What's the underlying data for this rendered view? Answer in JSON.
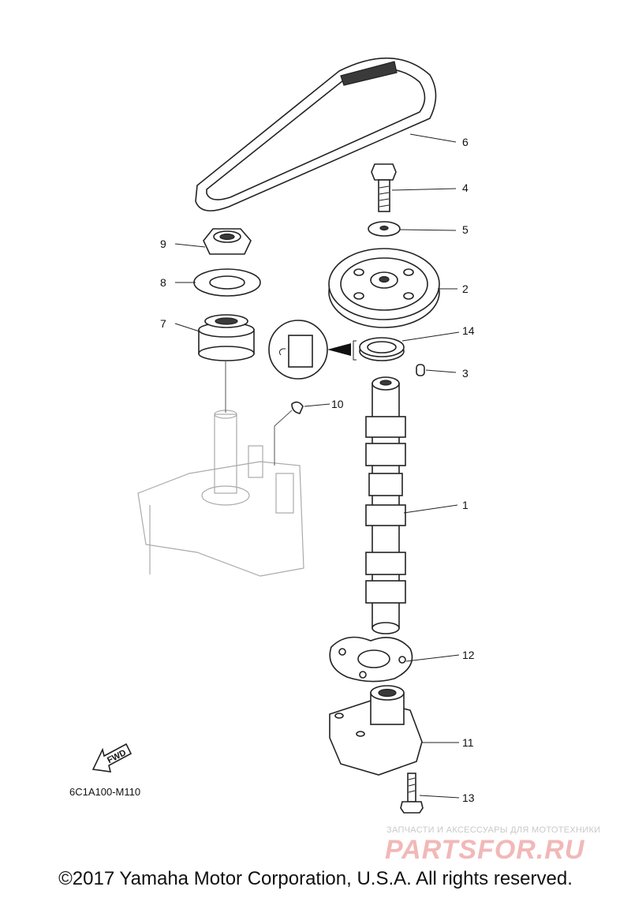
{
  "diagram_code": "6C1A100-M110",
  "copyright": "©2017 Yamaha Motor Corporation, U.S.A. All rights reserved.",
  "fwd_label": "FWD",
  "watermark": {
    "tagline": "ЗАПЧАСТИ И АКСЕССУАРЫ ДЛЯ МОТОТЕХНИКИ",
    "logo": "PARTSFOR.RU"
  },
  "callouts": {
    "c1": "1",
    "c2": "2",
    "c3": "3",
    "c4": "4",
    "c5": "5",
    "c6": "6",
    "c7": "7",
    "c8": "8",
    "c9": "9",
    "c10": "10",
    "c11": "11",
    "c12": "12",
    "c13": "13",
    "c14": "14"
  }
}
